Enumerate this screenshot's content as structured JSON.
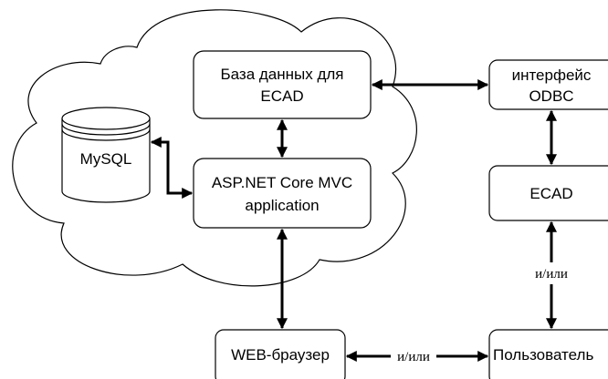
{
  "diagram": {
    "nodes": {
      "db": {
        "line1": "База данных для",
        "line2": "ECAD"
      },
      "mysql": {
        "label": "MySQL"
      },
      "app": {
        "line1": "ASP.NET Core MVC",
        "line2": "application"
      },
      "odbc": {
        "line1": "интерфейс",
        "line2": "ODBC"
      },
      "ecad": {
        "label": "ECAD"
      },
      "browser": {
        "label": "WEB-браузер"
      },
      "user": {
        "label": "Пользователь"
      }
    },
    "connector_labels": {
      "ecad_user": "и/или",
      "browser_user": "и/или"
    },
    "colors": {
      "stroke": "#000000",
      "fill": "#ffffff"
    }
  }
}
